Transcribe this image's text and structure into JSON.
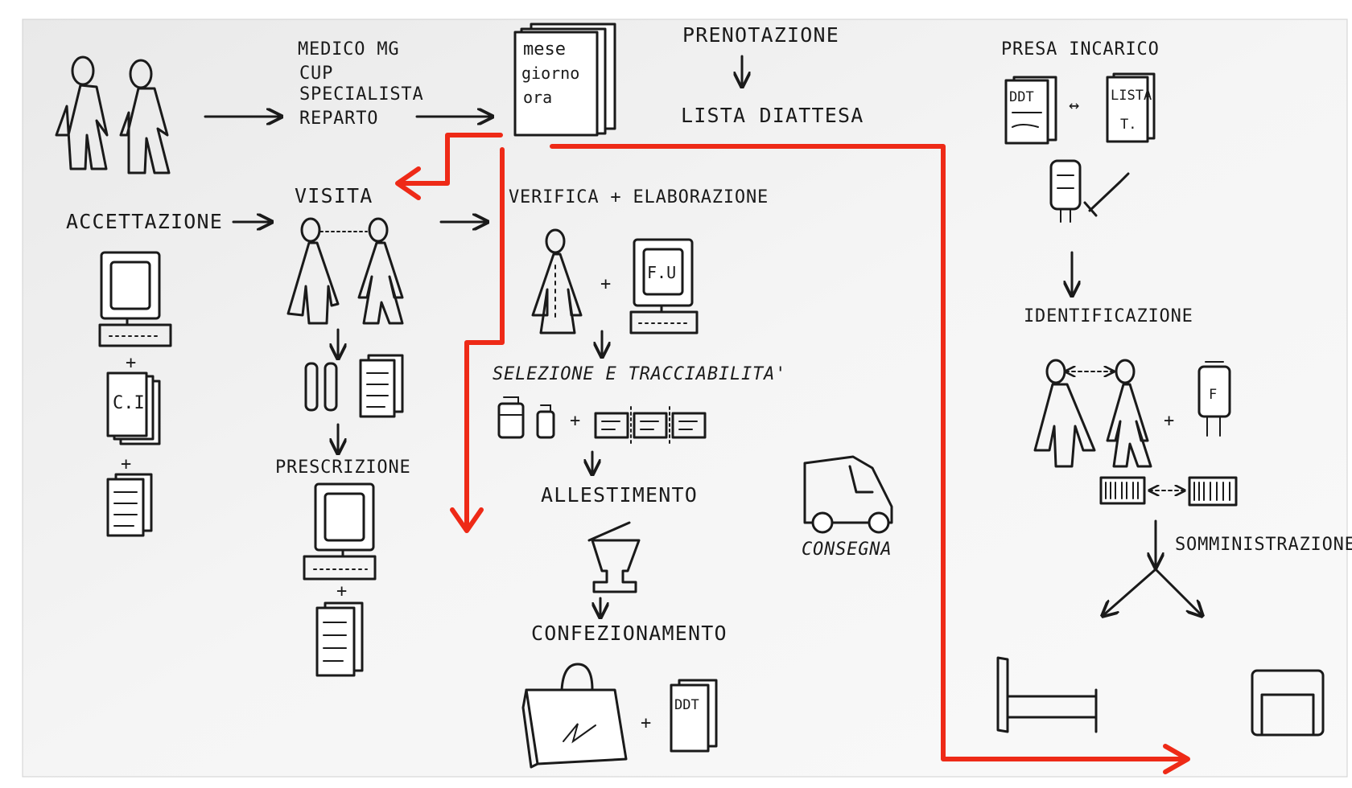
{
  "colors": {
    "accent_arrow": "#ee2a17",
    "ink": "#1a1a1a",
    "paper": "#f2f2f2"
  },
  "labels": {
    "medico_mg": "MEDICO MG",
    "cup": "CUP",
    "specialista": "SPECIALISTA",
    "reparto": "REPARTO",
    "prenotazione": "PRENOTAZIONE",
    "lista_di_attesa": "LISTA DIATTESA",
    "presa_incarico": "PRESA INCARICO",
    "accettazione": "ACCETTAZIONE",
    "visita": "VISITA",
    "verifica_elaborazione": "VERIFICA + ELABORAZIONE",
    "selezione_tracciabilita": "SELEZIONE E TRACCIABILITA'",
    "allestimento": "ALLESTIMENTO",
    "confezionamento": "CONFEZIONAMENTO",
    "consegna": "CONSEGNA",
    "prescrizione": "PRESCRIZIONE",
    "identificazione": "IDENTIFICAZIONE",
    "somministrazione": "SOMMINISTRAZIONE"
  },
  "calendar": {
    "line1": "mese",
    "line2": "giorno",
    "line3": "ora"
  },
  "docs": {
    "ddt": "DDT",
    "lista_t_1": "LISTA",
    "lista_t_2": "T.",
    "ci": "C.I",
    "fu": "F.U",
    "f": "F"
  },
  "symbols": {
    "plus": "+",
    "arrow_right": "→",
    "arrow_down": "↓",
    "double_arrow": "↔"
  }
}
